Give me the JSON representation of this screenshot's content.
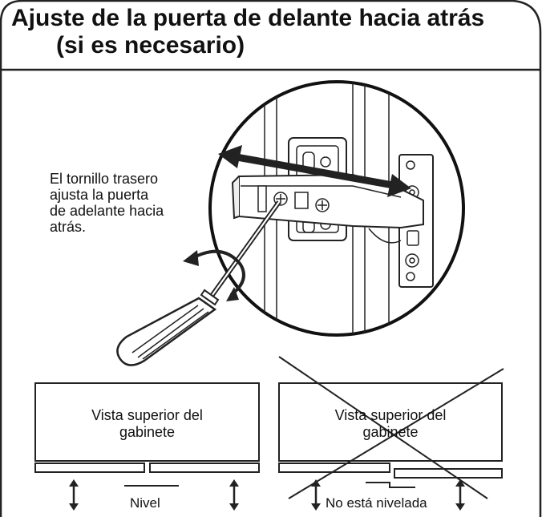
{
  "title": {
    "line1": "Ajuste de la puerta de delante hacia atrás",
    "line2": "(si es necesario)"
  },
  "caption": {
    "lines": [
      "El tornillo trasero",
      "ajusta la puerta",
      "de adelante hacia",
      "atrás."
    ]
  },
  "panels": {
    "left": {
      "label_line1": "Vista superior del",
      "label_line2": "gabinete",
      "bottom_label": "Nivel"
    },
    "right": {
      "label_line1": "Vista superior del",
      "label_line2": "gabinete",
      "bottom_label": "No está nivelada"
    }
  },
  "icons": [
    "double-arrow-icon",
    "rotate-arrow-icon",
    "screwdriver-icon",
    "hinge-icon",
    "cross-out-icon",
    "vertical-arrow-icon"
  ]
}
